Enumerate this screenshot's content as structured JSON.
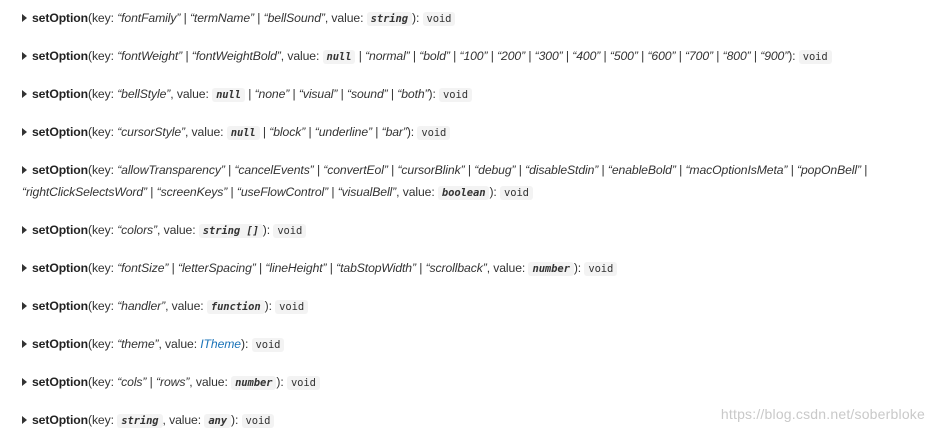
{
  "signatures": [
    {
      "segments": [
        {
          "t": "fn",
          "v": "setOption"
        },
        {
          "t": "text",
          "v": "(key: "
        },
        {
          "t": "lit",
          "v": "“fontFamily”"
        },
        {
          "t": "text",
          "v": " | "
        },
        {
          "t": "lit",
          "v": "“termName”"
        },
        {
          "t": "text",
          "v": " | "
        },
        {
          "t": "lit",
          "v": "“bellSound”"
        },
        {
          "t": "text",
          "v": ", value: "
        },
        {
          "t": "code-it",
          "v": "string"
        },
        {
          "t": "text",
          "v": "): "
        },
        {
          "t": "code",
          "v": "void"
        }
      ]
    },
    {
      "segments": [
        {
          "t": "fn",
          "v": "setOption"
        },
        {
          "t": "text",
          "v": "(key: "
        },
        {
          "t": "lit",
          "v": "“fontWeight”"
        },
        {
          "t": "text",
          "v": " | "
        },
        {
          "t": "lit",
          "v": "“fontWeightBold”"
        },
        {
          "t": "text",
          "v": ", value: "
        },
        {
          "t": "code-it",
          "v": "null"
        },
        {
          "t": "text",
          "v": " | "
        },
        {
          "t": "lit",
          "v": "“normal”"
        },
        {
          "t": "text",
          "v": " | "
        },
        {
          "t": "lit",
          "v": "“bold”"
        },
        {
          "t": "text",
          "v": " | "
        },
        {
          "t": "lit",
          "v": "“100”"
        },
        {
          "t": "text",
          "v": " | "
        },
        {
          "t": "lit",
          "v": "“200”"
        },
        {
          "t": "text",
          "v": " | "
        },
        {
          "t": "lit",
          "v": "“300”"
        },
        {
          "t": "text",
          "v": " | "
        },
        {
          "t": "lit",
          "v": "“400”"
        },
        {
          "t": "text",
          "v": " | "
        },
        {
          "t": "lit",
          "v": "“500”"
        },
        {
          "t": "text",
          "v": " | "
        },
        {
          "t": "lit",
          "v": "“600”"
        },
        {
          "t": "text",
          "v": " | "
        },
        {
          "t": "lit",
          "v": "“700”"
        },
        {
          "t": "text",
          "v": " | "
        },
        {
          "t": "lit",
          "v": "“800”"
        },
        {
          "t": "text",
          "v": " | "
        },
        {
          "t": "lit",
          "v": "“900”"
        },
        {
          "t": "text",
          "v": "): "
        },
        {
          "t": "code",
          "v": "void"
        }
      ]
    },
    {
      "segments": [
        {
          "t": "fn",
          "v": "setOption"
        },
        {
          "t": "text",
          "v": "(key: "
        },
        {
          "t": "lit",
          "v": "“bellStyle”"
        },
        {
          "t": "text",
          "v": ", value: "
        },
        {
          "t": "code-it",
          "v": "null"
        },
        {
          "t": "text",
          "v": " | "
        },
        {
          "t": "lit",
          "v": "“none”"
        },
        {
          "t": "text",
          "v": " | "
        },
        {
          "t": "lit",
          "v": "“visual”"
        },
        {
          "t": "text",
          "v": " | "
        },
        {
          "t": "lit",
          "v": "“sound”"
        },
        {
          "t": "text",
          "v": " | "
        },
        {
          "t": "lit",
          "v": "“both”"
        },
        {
          "t": "text",
          "v": "): "
        },
        {
          "t": "code",
          "v": "void"
        }
      ]
    },
    {
      "segments": [
        {
          "t": "fn",
          "v": "setOption"
        },
        {
          "t": "text",
          "v": "(key: "
        },
        {
          "t": "lit",
          "v": "“cursorStyle”"
        },
        {
          "t": "text",
          "v": ", value: "
        },
        {
          "t": "code-it",
          "v": "null"
        },
        {
          "t": "text",
          "v": " | "
        },
        {
          "t": "lit",
          "v": "“block”"
        },
        {
          "t": "text",
          "v": " | "
        },
        {
          "t": "lit",
          "v": "“underline”"
        },
        {
          "t": "text",
          "v": " | "
        },
        {
          "t": "lit",
          "v": "“bar”"
        },
        {
          "t": "text",
          "v": "): "
        },
        {
          "t": "code",
          "v": "void"
        }
      ]
    },
    {
      "segments": [
        {
          "t": "fn",
          "v": "setOption"
        },
        {
          "t": "text",
          "v": "(key: "
        },
        {
          "t": "lit",
          "v": "“allowTransparency”"
        },
        {
          "t": "text",
          "v": " | "
        },
        {
          "t": "lit",
          "v": "“cancelEvents”"
        },
        {
          "t": "text",
          "v": " | "
        },
        {
          "t": "lit",
          "v": "“convertEol”"
        },
        {
          "t": "text",
          "v": " | "
        },
        {
          "t": "lit",
          "v": "“cursorBlink”"
        },
        {
          "t": "text",
          "v": " | "
        },
        {
          "t": "lit",
          "v": "“debug”"
        },
        {
          "t": "text",
          "v": " | "
        },
        {
          "t": "lit",
          "v": "“disableStdin”"
        },
        {
          "t": "text",
          "v": " | "
        },
        {
          "t": "lit",
          "v": "“enableBold”"
        },
        {
          "t": "text",
          "v": " | "
        },
        {
          "t": "lit",
          "v": "“macOptionIsMeta”"
        },
        {
          "t": "text",
          "v": " | "
        },
        {
          "t": "lit",
          "v": "“popOnBell”"
        },
        {
          "t": "text",
          "v": " | "
        },
        {
          "t": "lit",
          "v": "“rightClickSelectsWord”"
        },
        {
          "t": "text",
          "v": " | "
        },
        {
          "t": "lit",
          "v": "“screenKeys”"
        },
        {
          "t": "text",
          "v": " | "
        },
        {
          "t": "lit",
          "v": "“useFlowControl”"
        },
        {
          "t": "text",
          "v": " | "
        },
        {
          "t": "lit",
          "v": "“visualBell”"
        },
        {
          "t": "text",
          "v": ", value: "
        },
        {
          "t": "code-it",
          "v": "boolean"
        },
        {
          "t": "text",
          "v": "): "
        },
        {
          "t": "code",
          "v": "void"
        }
      ]
    },
    {
      "segments": [
        {
          "t": "fn",
          "v": "setOption"
        },
        {
          "t": "text",
          "v": "(key: "
        },
        {
          "t": "lit",
          "v": "“colors”"
        },
        {
          "t": "text",
          "v": ", value: "
        },
        {
          "t": "code-it",
          "v": "string []"
        },
        {
          "t": "text",
          "v": "): "
        },
        {
          "t": "code",
          "v": "void"
        }
      ]
    },
    {
      "segments": [
        {
          "t": "fn",
          "v": "setOption"
        },
        {
          "t": "text",
          "v": "(key: "
        },
        {
          "t": "lit",
          "v": "“fontSize”"
        },
        {
          "t": "text",
          "v": " | "
        },
        {
          "t": "lit",
          "v": "“letterSpacing”"
        },
        {
          "t": "text",
          "v": " | "
        },
        {
          "t": "lit",
          "v": "“lineHeight”"
        },
        {
          "t": "text",
          "v": " | "
        },
        {
          "t": "lit",
          "v": "“tabStopWidth”"
        },
        {
          "t": "text",
          "v": " | "
        },
        {
          "t": "lit",
          "v": "“scrollback”"
        },
        {
          "t": "text",
          "v": ", value: "
        },
        {
          "t": "code-it",
          "v": "number"
        },
        {
          "t": "text",
          "v": "): "
        },
        {
          "t": "code",
          "v": "void"
        }
      ]
    },
    {
      "segments": [
        {
          "t": "fn",
          "v": "setOption"
        },
        {
          "t": "text",
          "v": "(key: "
        },
        {
          "t": "lit",
          "v": "“handler”"
        },
        {
          "t": "text",
          "v": ", value: "
        },
        {
          "t": "code-it",
          "v": "function"
        },
        {
          "t": "text",
          "v": "): "
        },
        {
          "t": "code",
          "v": "void"
        }
      ]
    },
    {
      "segments": [
        {
          "t": "fn",
          "v": "setOption"
        },
        {
          "t": "text",
          "v": "(key: "
        },
        {
          "t": "lit",
          "v": "“theme”"
        },
        {
          "t": "text",
          "v": ", value: "
        },
        {
          "t": "link",
          "v": "ITheme"
        },
        {
          "t": "text",
          "v": "): "
        },
        {
          "t": "code",
          "v": "void"
        }
      ]
    },
    {
      "segments": [
        {
          "t": "fn",
          "v": "setOption"
        },
        {
          "t": "text",
          "v": "(key: "
        },
        {
          "t": "lit",
          "v": "“cols”"
        },
        {
          "t": "text",
          "v": " | "
        },
        {
          "t": "lit",
          "v": "“rows”"
        },
        {
          "t": "text",
          "v": ", value: "
        },
        {
          "t": "code-it",
          "v": "number"
        },
        {
          "t": "text",
          "v": "): "
        },
        {
          "t": "code",
          "v": "void"
        }
      ]
    },
    {
      "segments": [
        {
          "t": "fn",
          "v": "setOption"
        },
        {
          "t": "text",
          "v": "(key: "
        },
        {
          "t": "code-it",
          "v": "string"
        },
        {
          "t": "text",
          "v": ", value: "
        },
        {
          "t": "code-it",
          "v": "any"
        },
        {
          "t": "text",
          "v": "): "
        },
        {
          "t": "code",
          "v": "void"
        }
      ]
    }
  ],
  "watermark": "https://blog.csdn.net/soberbloke",
  "colors": {
    "text": "#333333",
    "link": "#1a73b8",
    "code_bg": "#f3f3f3",
    "watermark": "#c9c9c9"
  }
}
